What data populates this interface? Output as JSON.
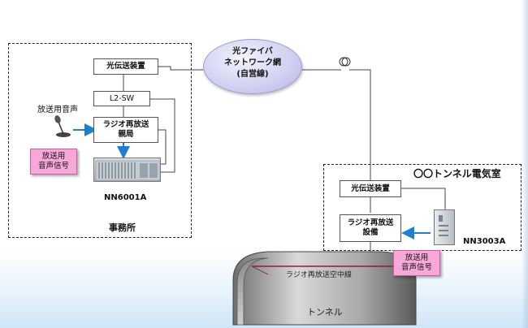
{
  "office": {
    "zone_label": "事務所",
    "optical_unit": "光伝送装置",
    "switch": "L2-SW",
    "radio_master": [
      "ラジオ再放送",
      "親局"
    ],
    "mic_label": "放送用音声",
    "audio_signal": [
      "放送用",
      "音声信号"
    ],
    "equipment_model": "NN6001A"
  },
  "network": {
    "lines": [
      "光ファイバ",
      "ネットワーク網",
      "(自営線)"
    ]
  },
  "tunnel_room": {
    "zone_label": "〇〇トンネル電気室",
    "optical_unit": "光伝送装置",
    "radio_unit": [
      "ラジオ再放送",
      "設備"
    ],
    "audio_signal": [
      "放送用",
      "音声信号"
    ],
    "equipment_model": "NN3003A"
  },
  "tunnel": {
    "label": "トンネル",
    "aerial_line_label": "ラジオ再放送空中線"
  },
  "colors": {
    "arrow_blue": "#1f7fd0",
    "pink_box": "#f7a8d8",
    "aerial_line": "#8b1a4a"
  }
}
